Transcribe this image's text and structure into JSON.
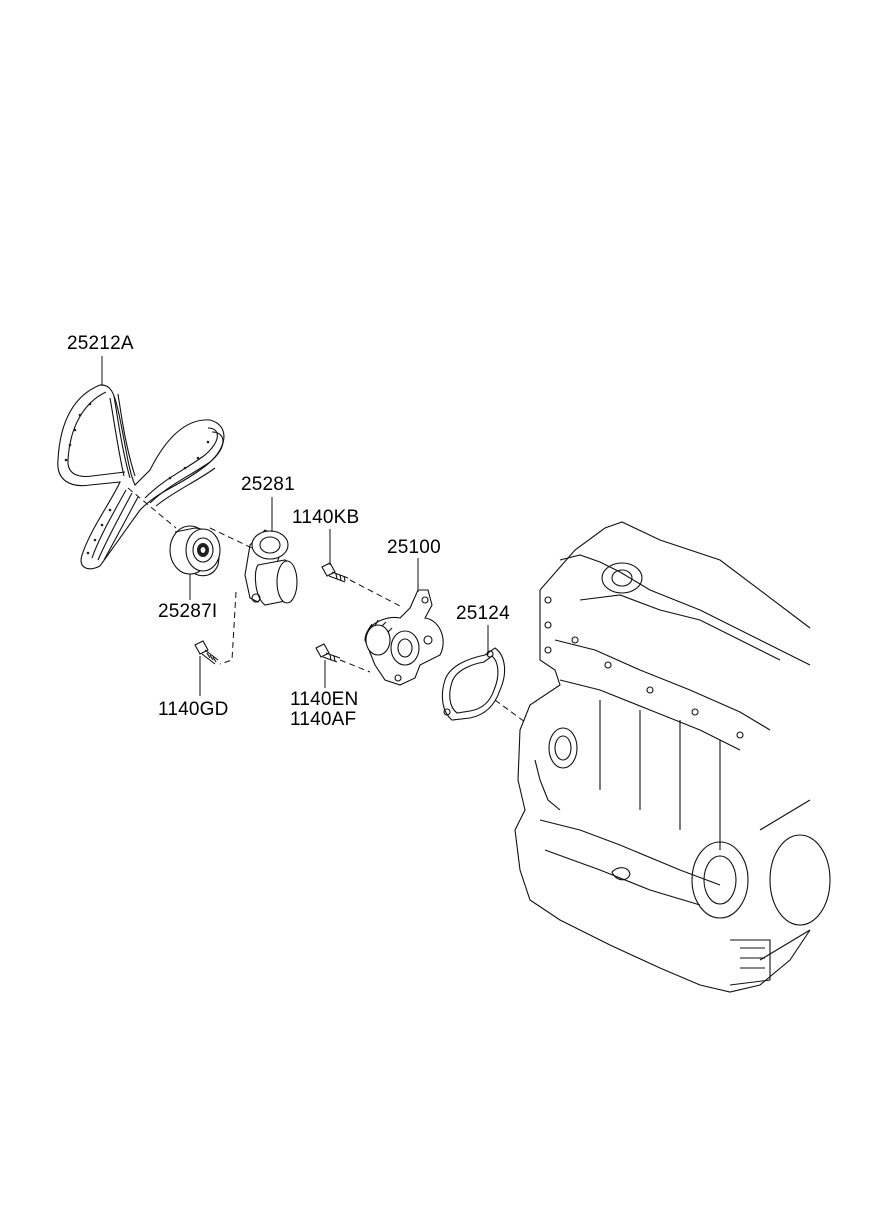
{
  "parts": [
    {
      "id": "belt",
      "number": "25212A"
    },
    {
      "id": "tensioner",
      "number": "25281"
    },
    {
      "id": "idler",
      "number": "25287I"
    },
    {
      "id": "bolt-gd",
      "number": "1140GD"
    },
    {
      "id": "bolt-kb",
      "number": "1140KB"
    },
    {
      "id": "water-pump",
      "number": "25100"
    },
    {
      "id": "gasket",
      "number": "25124"
    },
    {
      "id": "bolt-en",
      "number": "1140EN"
    },
    {
      "id": "bolt-af",
      "number": "1140AF"
    }
  ]
}
